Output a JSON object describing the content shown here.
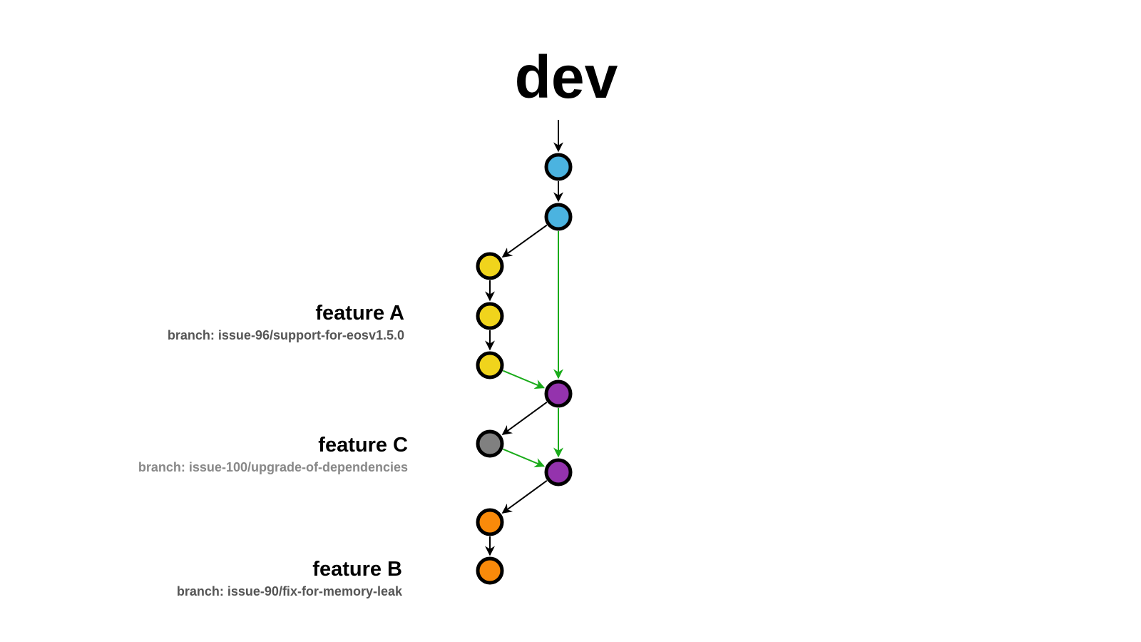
{
  "title": "dev",
  "features": [
    {
      "name": "feature A",
      "branch": "branch: issue-96/support-for-eosv1.5.0"
    },
    {
      "name": "feature C",
      "branch": "branch: issue-100/upgrade-of-dependencies"
    },
    {
      "name": "feature B",
      "branch": "branch: issue-90/fix-for-memory-leak"
    }
  ],
  "colors": {
    "dev": "#4bb3e0",
    "featureA": "#f0d41c",
    "merge": "#9433ad",
    "featureC": "#808080",
    "featureB": "#f98a0a",
    "merge_edge": "#1aab1a",
    "edge": "#000000"
  },
  "nodes": [
    {
      "id": "d1",
      "kind": "dev"
    },
    {
      "id": "d2",
      "kind": "dev"
    },
    {
      "id": "a1",
      "kind": "featureA"
    },
    {
      "id": "a2",
      "kind": "featureA"
    },
    {
      "id": "a3",
      "kind": "featureA"
    },
    {
      "id": "m1",
      "kind": "merge"
    },
    {
      "id": "c1",
      "kind": "featureC"
    },
    {
      "id": "m2",
      "kind": "merge"
    },
    {
      "id": "b1",
      "kind": "featureB"
    },
    {
      "id": "b2",
      "kind": "featureB"
    }
  ],
  "edges": [
    {
      "from": "start",
      "to": "d1",
      "type": "edge"
    },
    {
      "from": "d1",
      "to": "d2",
      "type": "edge"
    },
    {
      "from": "d2",
      "to": "a1",
      "type": "edge"
    },
    {
      "from": "a1",
      "to": "a2",
      "type": "edge"
    },
    {
      "from": "a2",
      "to": "a3",
      "type": "edge"
    },
    {
      "from": "d2",
      "to": "m1",
      "type": "merge_edge"
    },
    {
      "from": "a3",
      "to": "m1",
      "type": "merge_edge"
    },
    {
      "from": "m1",
      "to": "c1",
      "type": "edge"
    },
    {
      "from": "m1",
      "to": "m2",
      "type": "merge_edge"
    },
    {
      "from": "c1",
      "to": "m2",
      "type": "merge_edge"
    },
    {
      "from": "m2",
      "to": "b1",
      "type": "edge"
    },
    {
      "from": "b1",
      "to": "b2",
      "type": "edge"
    }
  ]
}
